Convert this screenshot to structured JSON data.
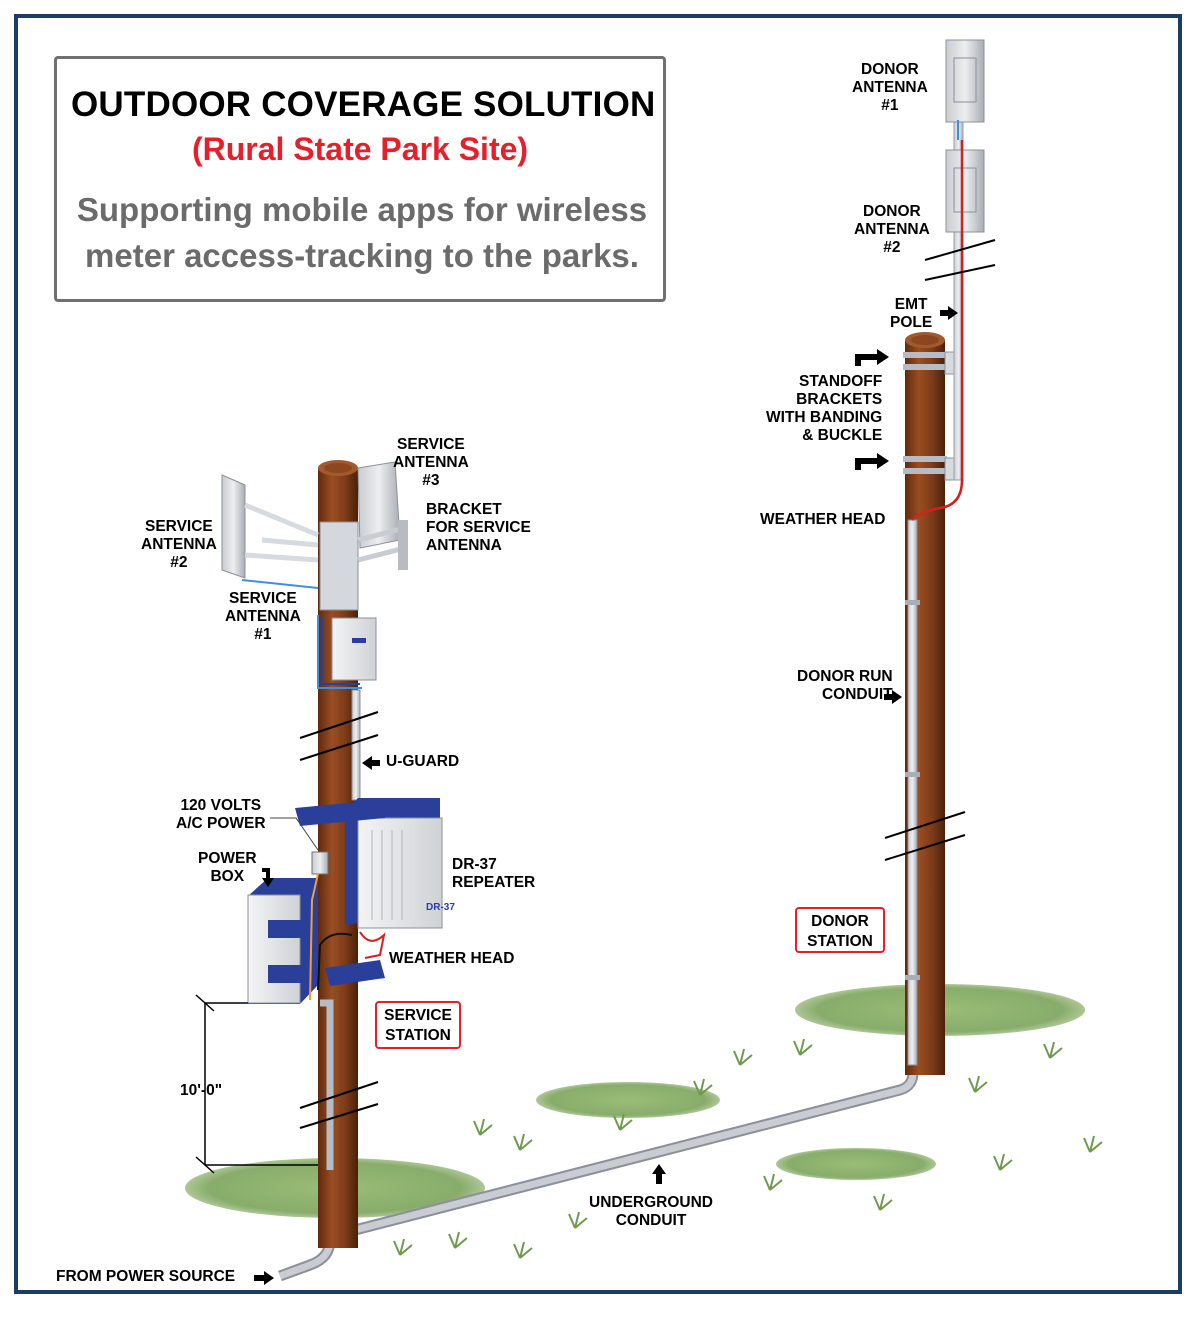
{
  "title": {
    "main": "OUTDOOR COVERAGE SOLUTION",
    "sub": "(Rural State Park Site)",
    "description": "Supporting mobile apps for wireless meter access-tracking to the parks."
  },
  "labels": {
    "donor_antenna_1": "DONOR\nANTENNA\n#1",
    "donor_antenna_2": "DONOR\nANTENNA\n#2",
    "emt_pole": "EMT\nPOLE",
    "standoff_brackets": "STANDOFF\nBRACKETS\nWITH BANDING\n& BUCKLE",
    "weather_head_right": "WEATHER HEAD",
    "donor_run_conduit": "DONOR RUN\nCONDUIT",
    "donor_station": "DONOR\nSTATION",
    "service_antenna_3": "SERVICE\nANTENNA\n#3",
    "bracket_for_service_antenna": "BRACKET\nFOR SERVICE\nANTENNA",
    "service_antenna_2": "SERVICE\nANTENNA\n#2",
    "service_antenna_1": "SERVICE\nANTENNA\n#1",
    "u_guard": "U-GUARD",
    "power_120v": "120 VOLTS\nA/C POWER",
    "power_box": "POWER\nBOX",
    "dr37_repeater": "DR-37\nREPEATER",
    "weather_head_left": "WEATHER HEAD",
    "service_station": "SERVICE\nSTATION",
    "height_dimension": "10'-0\"",
    "underground_conduit": "UNDERGROUND\nCONDUIT",
    "from_power_source": "FROM POWER SOURCE",
    "repeater_badge": "DR-37"
  },
  "colors": {
    "frame": "#1d3b64",
    "title_red": "#e5202a",
    "pole_brown": "#7a3a18",
    "conduit_gray": "#b7bcc4",
    "bracket_blue": "#2a3f9a",
    "cable_red": "#d42020",
    "cable_blue": "#3d8fe0",
    "grass_green": "#6f9a4d"
  }
}
